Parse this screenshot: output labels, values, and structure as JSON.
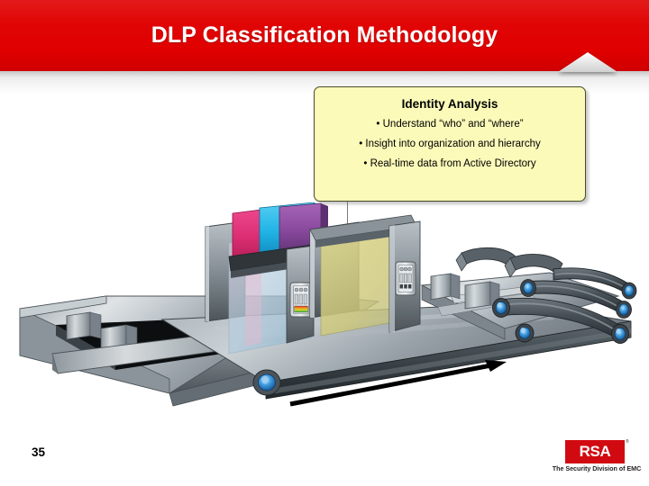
{
  "slide": {
    "background_color": "#ffffff",
    "page_number": "35"
  },
  "header": {
    "title": "DLP Classification Methodology",
    "band_color": "#e00000",
    "title_color": "#ffffff",
    "notch_icon": "triangle-notch-icon"
  },
  "callout": {
    "title": "Identity Analysis",
    "background_color": "#fbfab9",
    "border_color": "#4a4a2a",
    "bullets": [
      "• Understand “who” and “where”",
      "• Insight into organization and hierarchy",
      "• Real-time data from Active Directory"
    ],
    "leader_line": "callout-leader-line"
  },
  "illustration": {
    "name": "dlp-classification-conveyor-scanner-diagram",
    "description": "Isometric conveyor belt system feeding into two scanner gantries and fanning out into three sorting belts",
    "flow_arrow": "flow-direction-arrow",
    "colors": {
      "metal_light": "#d9dde0",
      "metal_mid": "#9aa2a8",
      "metal_dark": "#5b6469",
      "metal_darkest": "#2f3539",
      "roller_blue": "#1f7fd4",
      "panel_magenta": "#e0357b",
      "panel_cyan": "#29b6e8",
      "panel_purple": "#8d4fa0",
      "screen_olive": "#cfc97a",
      "screen_blue": "#9fc3d8"
    },
    "scanners": [
      {
        "name": "color-classification-scanner",
        "control_panel": "scanner-control-panel"
      },
      {
        "name": "identity-analysis-scanner",
        "control_panel": "scanner-control-panel"
      }
    ]
  },
  "logo": {
    "mark_text": "RSA",
    "registered_mark": "®",
    "tagline": "The Security Division of EMC",
    "mark_color": "#d10a11"
  }
}
